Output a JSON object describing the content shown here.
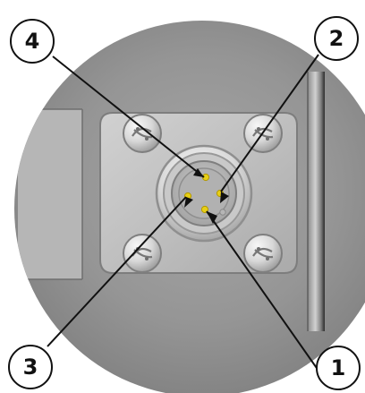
{
  "diagram": {
    "connector_style": "4-pin circular connector",
    "pin_color": "#e7cf16",
    "callout_line_color": "#111111",
    "callout_circle_stroke": "#111111",
    "callouts": [
      {
        "label": "1"
      },
      {
        "label": "2"
      },
      {
        "label": "3"
      },
      {
        "label": "4"
      }
    ],
    "icons": [
      "screw-icon",
      "connector-icon",
      "pin-icon"
    ]
  }
}
